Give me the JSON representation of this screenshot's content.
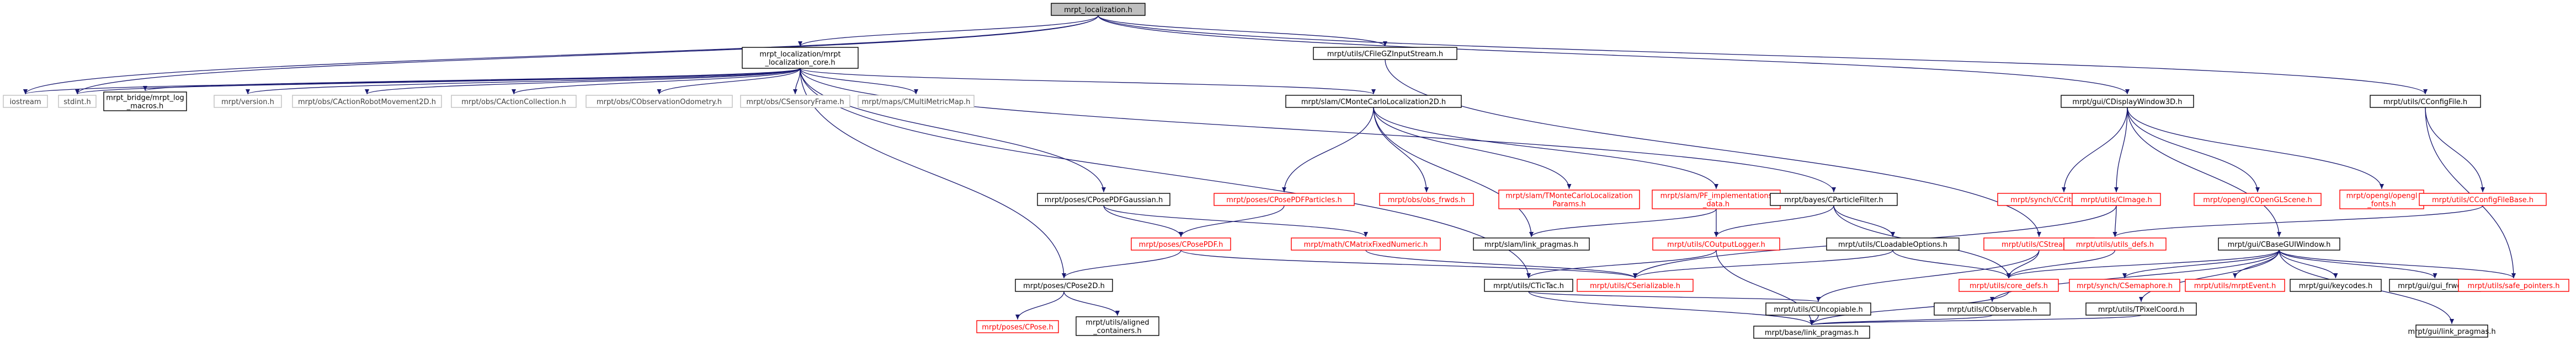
{
  "title": "mrpt_localization.h",
  "colors": {
    "edge": "#191970",
    "root_fill": "#bfbfbf",
    "root_border": "#000000",
    "normal_fill": "#ffffff",
    "normal_border": "#000000",
    "normal_text": "#000000",
    "link_border": "#ff0000",
    "link_text": "#ff0000",
    "external_border": "#bfbfbf",
    "external_text": "#3f3f3f"
  },
  "nodes": [
    {
      "id": "root",
      "label": [
        "mrpt_localization.h"
      ],
      "style": "root"
    },
    {
      "id": "core",
      "label": [
        "mrpt_localization/mrpt",
        "_localization_core.h"
      ],
      "style": "normal"
    },
    {
      "id": "cfile",
      "label": [
        "mrpt/utils/CFileGZInputStream.h"
      ],
      "style": "normal"
    },
    {
      "id": "cdisp",
      "label": [
        "mrpt/gui/CDisplayWindow3D.h"
      ],
      "style": "normal"
    },
    {
      "id": "cconf",
      "label": [
        "mrpt/utils/CConfigFile.h"
      ],
      "style": "normal"
    },
    {
      "id": "iostream",
      "label": [
        "iostream"
      ],
      "style": "external"
    },
    {
      "id": "stdint",
      "label": [
        "stdint.h"
      ],
      "style": "external"
    },
    {
      "id": "bridge",
      "label": [
        "mrpt_bridge/mrpt_log",
        "_macros.h"
      ],
      "style": "normal"
    },
    {
      "id": "version",
      "label": [
        "mrpt/version.h"
      ],
      "style": "external"
    },
    {
      "id": "cactrm",
      "label": [
        "mrpt/obs/CActionRobotMovement2D.h"
      ],
      "style": "external"
    },
    {
      "id": "cacoll",
      "label": [
        "mrpt/obs/CActionCollection.h"
      ],
      "style": "external"
    },
    {
      "id": "cobsodo",
      "label": [
        "mrpt/obs/CObservationOdometry.h"
      ],
      "style": "external"
    },
    {
      "id": "csens",
      "label": [
        "mrpt/obs/CSensoryFrame.h"
      ],
      "style": "external"
    },
    {
      "id": "cmulti",
      "label": [
        "mrpt/maps/CMultiMetricMap.h"
      ],
      "style": "external"
    },
    {
      "id": "cmcl",
      "label": [
        "mrpt/slam/CMonteCarloLocalization2D.h"
      ],
      "style": "normal"
    },
    {
      "id": "cpdfg",
      "label": [
        "mrpt/poses/CPosePDFGaussian.h"
      ],
      "style": "normal"
    },
    {
      "id": "cpose2d",
      "label": [
        "mrpt/poses/CPose2D.h"
      ],
      "style": "normal"
    },
    {
      "id": "cposepdfp",
      "label": [
        "mrpt/poses/CPosePDFParticles.h"
      ],
      "style": "link"
    },
    {
      "id": "fwds",
      "label": [
        "mrpt/obs/obs_frwds.h"
      ],
      "style": "link"
    },
    {
      "id": "tmcl",
      "label": [
        "mrpt/slam/TMonteCarloLocalization",
        "Params.h"
      ],
      "style": "link"
    },
    {
      "id": "pfimpl",
      "label": [
        "mrpt/slam/PF_implementations",
        "_data.h"
      ],
      "style": "link"
    },
    {
      "id": "slampr",
      "label": [
        "mrpt/slam/link_pragmas.h"
      ],
      "style": "normal"
    },
    {
      "id": "cposepdf",
      "label": [
        "mrpt/poses/CPosePDF.h"
      ],
      "style": "link"
    },
    {
      "id": "cmatfix",
      "label": [
        "mrpt/math/CMatrixFixedNumeric.h"
      ],
      "style": "link"
    },
    {
      "id": "cpf",
      "label": [
        "mrpt/bayes/CParticleFilter.h"
      ],
      "style": "normal"
    },
    {
      "id": "cpose",
      "label": [
        "mrpt/poses/CPose.h"
      ],
      "style": "link"
    },
    {
      "id": "aligned",
      "label": [
        "mrpt/utils/aligned",
        "_containers.h"
      ],
      "style": "normal"
    },
    {
      "id": "ctictac",
      "label": [
        "mrpt/utils/CTicTac.h"
      ],
      "style": "normal"
    },
    {
      "id": "cserial",
      "label": [
        "mrpt/utils/CSerializable.h"
      ],
      "style": "link"
    },
    {
      "id": "coutlog",
      "label": [
        "mrpt/utils/COutputLogger.h"
      ],
      "style": "link"
    },
    {
      "id": "cloadopt",
      "label": [
        "mrpt/utils/CLoadableOptions.h"
      ],
      "style": "normal"
    },
    {
      "id": "cstream",
      "label": [
        "mrpt/utils/CStream.h"
      ],
      "style": "link"
    },
    {
      "id": "cuncop",
      "label": [
        "mrpt/utils/CUncopiable.h"
      ],
      "style": "normal"
    },
    {
      "id": "basepr",
      "label": [
        "mrpt/base/link_pragmas.h"
      ],
      "style": "normal"
    },
    {
      "id": "critsec",
      "label": [
        "mrpt/synch/CCriticalSection.h"
      ],
      "style": "link"
    },
    {
      "id": "cimage",
      "label": [
        "mrpt/utils/CImage.h"
      ],
      "style": "link"
    },
    {
      "id": "copengl",
      "label": [
        "mrpt/opengl/COpenGLScene.h"
      ],
      "style": "link"
    },
    {
      "id": "glfonts",
      "label": [
        "mrpt/opengl/opengl",
        "_fonts.h"
      ],
      "style": "link"
    },
    {
      "id": "cconfbase",
      "label": [
        "mrpt/utils/CConfigFileBase.h"
      ],
      "style": "link"
    },
    {
      "id": "udefs",
      "label": [
        "mrpt/utils/utils_defs.h"
      ],
      "style": "link"
    },
    {
      "id": "cbasegui",
      "label": [
        "mrpt/gui/CBaseGUIWindow.h"
      ],
      "style": "normal"
    },
    {
      "id": "coredefs",
      "label": [
        "mrpt/utils/core_defs.h"
      ],
      "style": "link"
    },
    {
      "id": "csema",
      "label": [
        "mrpt/synch/CSemaphore.h"
      ],
      "style": "link"
    },
    {
      "id": "mrptevt",
      "label": [
        "mrpt/utils/mrptEvent.h"
      ],
      "style": "link"
    },
    {
      "id": "keycodes",
      "label": [
        "mrpt/gui/keycodes.h"
      ],
      "style": "normal"
    },
    {
      "id": "guifw",
      "label": [
        "mrpt/gui/gui_frwds.h"
      ],
      "style": "normal"
    },
    {
      "id": "guipr",
      "label": [
        "mrpt/gui/link_pragmas.h"
      ],
      "style": "normal"
    },
    {
      "id": "safeptr",
      "label": [
        "mrpt/utils/safe_pointers.h"
      ],
      "style": "link"
    },
    {
      "id": "cobservable",
      "label": [
        "mrpt/utils/CObservable.h"
      ],
      "style": "normal"
    },
    {
      "id": "tpixel",
      "label": [
        "mrpt/utils/TPixelCoord.h"
      ],
      "style": "normal"
    }
  ]
}
